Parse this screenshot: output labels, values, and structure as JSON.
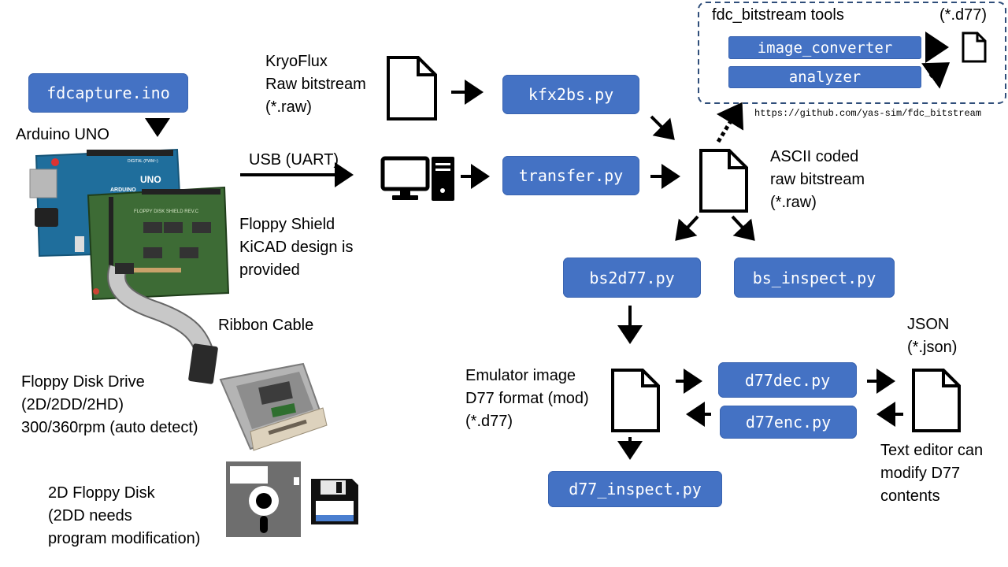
{
  "scripts": {
    "fdcapture": "fdcapture.ino",
    "kfx2bs": "kfx2bs.py",
    "transfer": "transfer.py",
    "bs2d77": "bs2d77.py",
    "bs_inspect": "bs_inspect.py",
    "d77dec": "d77dec.py",
    "d77enc": "d77enc.py",
    "d77_inspect": "d77_inspect.py"
  },
  "tools_panel": {
    "title": "fdc_bitstream tools",
    "ext": "(*.d77)",
    "image_converter": "image_converter",
    "analyzer": "analyzer",
    "url": "https://github.com/yas-sim/fdc_bitstream"
  },
  "labels": {
    "arduino": "Arduino UNO",
    "usb": "USB (UART)",
    "kryoflux": [
      "KryoFlux",
      "Raw bitstream",
      "(*.raw)"
    ],
    "ascii": [
      "ASCII coded",
      "raw bitstream",
      "(*.raw)"
    ],
    "shield": [
      "Floppy Shield",
      "KiCAD design is",
      "provided"
    ],
    "ribbon": "Ribbon Cable",
    "drive": [
      "Floppy Disk Drive",
      "(2D/2DD/2HD)",
      "300/360rpm  (auto detect)"
    ],
    "disk": [
      "2D Floppy Disk",
      "(2DD needs",
      "program modification)"
    ],
    "emulator": [
      "Emulator image",
      "D77 format (mod)",
      "(*.d77)"
    ],
    "json": [
      "JSON",
      "(*.json)"
    ],
    "editor": [
      "Text editor can",
      "modify D77",
      "contents"
    ]
  },
  "board_text": {
    "uno": "UNO",
    "arduino": "ARDUINO",
    "digital": "DIGITAL (PWM~)",
    "shield": "FLOPPY DISK SHIELD REV.C"
  }
}
